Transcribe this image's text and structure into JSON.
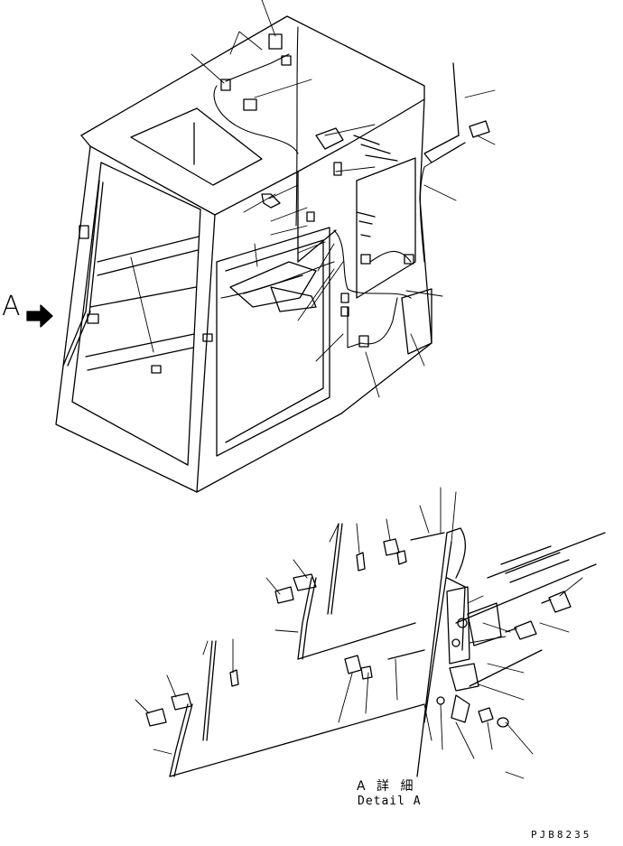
{
  "view_marker": {
    "letter": "A"
  },
  "detail_caption": {
    "japanese": "A 詳 細",
    "english": "Detail A"
  },
  "drawing_code": "PJB8235"
}
